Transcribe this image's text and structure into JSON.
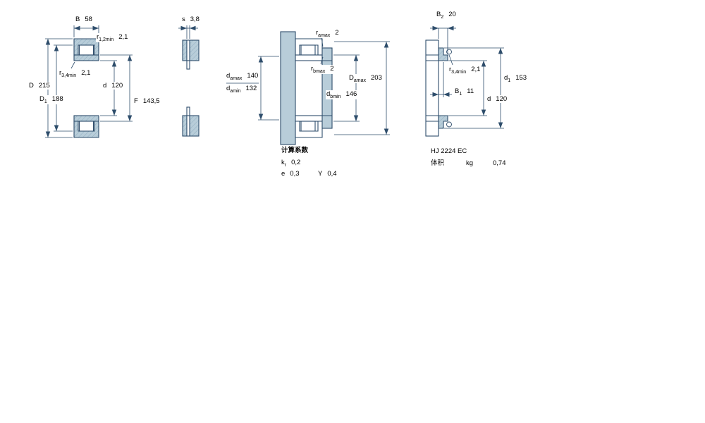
{
  "colors": {
    "section_fill": "#b8cdd9",
    "hatch_line": "#8fadc0",
    "line": "#2e4d6b"
  },
  "figures": {
    "fig1": {
      "dims": {
        "B": {
          "sym": "B",
          "val": "58"
        },
        "r12": {
          "sym": "r",
          "sub": "1,2min",
          "val": "2,1"
        },
        "r34": {
          "sym": "r",
          "sub": "3,4min",
          "val": "2,1"
        },
        "D": {
          "sym": "D",
          "val": "215"
        },
        "D1": {
          "sym": "D",
          "sub": "1",
          "val": "188"
        },
        "d": {
          "sym": "d",
          "val": "120"
        },
        "F": {
          "sym": "F",
          "val": "143,5"
        }
      }
    },
    "fig2": {
      "dims": {
        "s": {
          "sym": "s",
          "val": "3,8"
        }
      }
    },
    "fig3": {
      "dims": {
        "ra": {
          "sym": "r",
          "sub": "amax",
          "val": "2"
        },
        "rb": {
          "sym": "r",
          "sub": "bmax",
          "val": "2"
        },
        "damax": {
          "sym": "d",
          "sub": "amax",
          "val": "140"
        },
        "damin": {
          "sym": "d",
          "sub": "amin",
          "val": "132"
        },
        "Damax": {
          "sym": "D",
          "sub": "amax",
          "val": "203"
        },
        "dbmin": {
          "sym": "d",
          "sub": "bmin",
          "val": "146"
        }
      },
      "calc": {
        "heading": "计算系数",
        "kr": {
          "sym": "k",
          "sub": "r",
          "val": "0,2"
        },
        "e": {
          "sym": "e",
          "val": "0,3"
        },
        "Y": {
          "sym": "Y",
          "val": "0,4"
        }
      }
    },
    "fig4": {
      "designation": "HJ 2224 EC",
      "dims": {
        "B2": {
          "sym": "B",
          "sub": "2",
          "val": "20"
        },
        "r34": {
          "sym": "r",
          "sub": "3,4min",
          "val": "2,1"
        },
        "B1": {
          "sym": "B",
          "sub": "1",
          "val": "11"
        },
        "d1": {
          "sym": "d",
          "sub": "1",
          "val": "153"
        },
        "d": {
          "sym": "d",
          "val": "120"
        }
      },
      "mass": {
        "label": "体积",
        "unit": "kg",
        "val": "0,74"
      }
    }
  }
}
